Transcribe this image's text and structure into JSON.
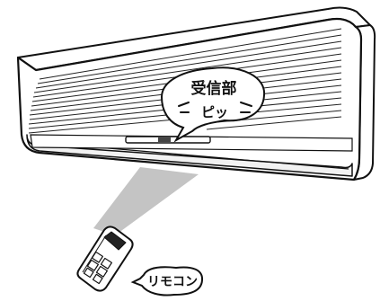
{
  "callouts": {
    "receiver": "受信部",
    "beep": "ピッ",
    "remote": "リモコン"
  },
  "colors": {
    "line": "#111111",
    "body": "#ffffff",
    "beam": "#c4c4c4"
  }
}
